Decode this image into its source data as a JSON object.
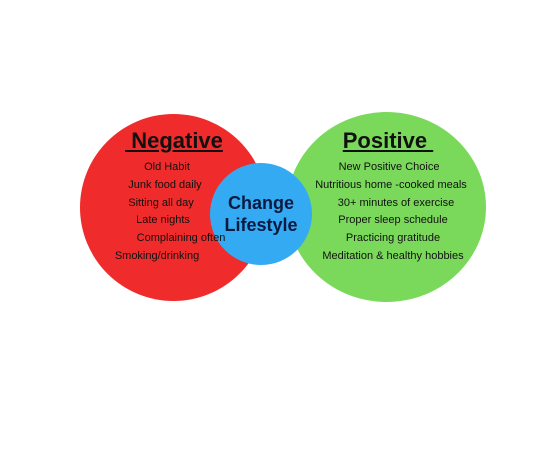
{
  "colors": {
    "negative": "#f02b2b",
    "positive": "#7ad95a",
    "center": "#34aaf2"
  },
  "negative": {
    "heading": " Negative",
    "items": [
      "Old Habit",
      "Junk food daily",
      "Sitting all day",
      "Late nights",
      "Complaining often",
      "Smoking/drinking"
    ]
  },
  "positive": {
    "heading": "Positive ",
    "items": [
      "New Positive Choice",
      "Nutritious home -cooked meals",
      "30+ minutes of exercise",
      "Proper sleep schedule",
      "Practicing gratitude",
      "Meditation & healthy hobbies"
    ]
  },
  "center": {
    "line1": "Change",
    "line2": "Lifestyle"
  }
}
